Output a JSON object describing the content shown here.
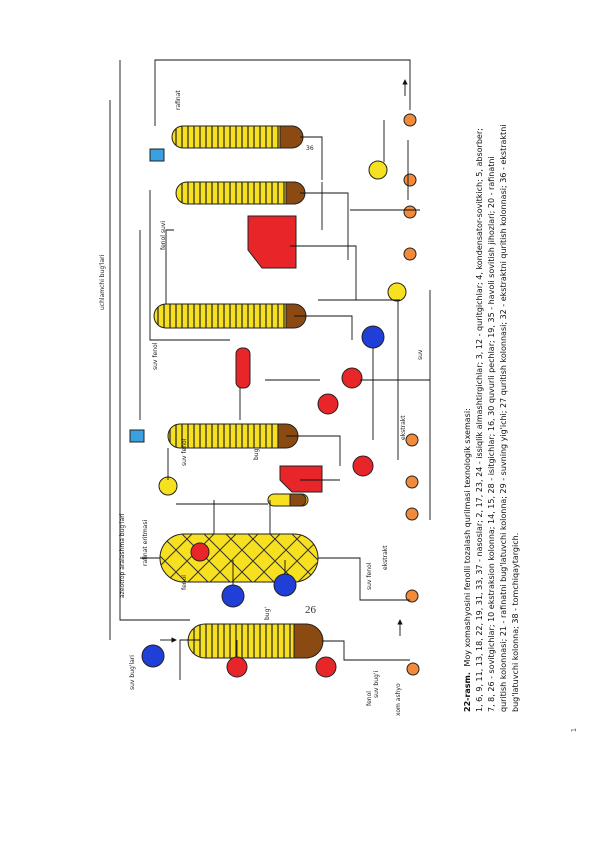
{
  "caption": {
    "label": "22-rasm.",
    "title": "Moy xomashyosini fenolli tozalash qurilmasi texnologik sxemasi:",
    "lines": [
      "1, 6, 9, 11, 13, 18, 22, 19, 31, 33, 37 - nasoslar; 2, 17, 23, 24 - issiqlik almashtirgichlar; 3, 12 - quritgichlar; 4, kondensator-sovitkich; 5, absorber;",
      "7, 8, 26 - sovitgichlar; 10 ekstraksion kolonna; 14, 15, 28 - isitgichlar; 16, 30 quvurli pechlar; 19, 35 - havoli sovitish jihozlari; 20 - rafinatni",
      "quritish kolonnasi; 21 - rafinatni bug'latuvchi kolonna; 29 - suvning yig'ichi; 27 quritish kolonnasi; 32 - ekstraktni quritish kolonnasi; 36 - ekstraktni",
      "bug'latuvchi kolonna; 38 - tomchiqaytargich."
    ]
  },
  "page_number": "26",
  "corner_mark": "1",
  "labels": {
    "xom_ashyo": "xom ashyo",
    "fenol": "fenol",
    "suv_bug": "suv bug'i",
    "azeotrop": "azeotrop aralashma bug'lari",
    "suv_bug_lari": "suv bug'lari",
    "rafinat": "rafinat",
    "suv_fenol": "suv fenol",
    "ekstrakt": "ekstrakt",
    "bug": "bug'",
    "rafinat_eritma": "rafinat eritmasi",
    "uchlamchi": "uchlamchi bug'lari",
    "suv_fenol2": "suv fenol",
    "suv_fenol3": "suv fenol",
    "suv": "suv",
    "bug2": "bug'",
    "fenol2": "fenol",
    "fenol_surilmasi": "fenol suvi",
    "rafinat_r": "rafinat",
    "ekstrakt_r": "ekstrakt"
  },
  "equipment_numbers": [
    "1",
    "2",
    "3",
    "4",
    "5",
    "6",
    "7",
    "8",
    "9",
    "10",
    "11",
    "12",
    "13",
    "14",
    "15",
    "16",
    "17",
    "18",
    "19",
    "20",
    "21",
    "22",
    "23",
    "24",
    "25",
    "26",
    "27",
    "28",
    "29",
    "30",
    "31",
    "32",
    "33",
    "34",
    "35",
    "36",
    "37",
    "38"
  ]
}
